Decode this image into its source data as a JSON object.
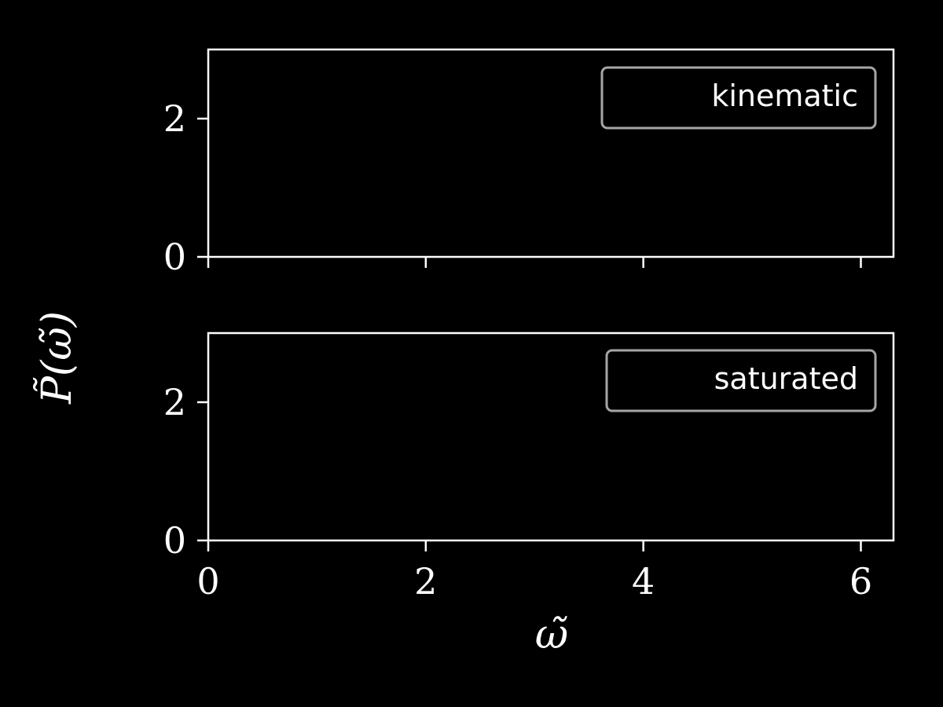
{
  "colors": {
    "background": "#000000",
    "foreground": "#ffffff",
    "legend_border": "#a6a6a6"
  },
  "chart_data": [
    {
      "type": "line",
      "xlabel": "",
      "ylabel": "P̃(ω̃)",
      "xlim": [
        0,
        6.3
      ],
      "ylim": [
        0,
        3
      ],
      "x_ticks": [
        0,
        2,
        4,
        6
      ],
      "x_tick_labels_visible": false,
      "y_ticks": [
        0,
        2
      ],
      "y_tick_labels": [
        "0",
        "2"
      ],
      "grid": false,
      "legend": {
        "position": "top-right",
        "entries": [
          "kinematic"
        ]
      },
      "series": [
        {
          "name": "kinematic",
          "x": [],
          "y": []
        }
      ]
    },
    {
      "type": "line",
      "xlabel": "ω̃",
      "ylabel": "P̃(ω̃)",
      "xlim": [
        0,
        6.3
      ],
      "ylim": [
        0,
        3
      ],
      "x_ticks": [
        0,
        2,
        4,
        6
      ],
      "x_tick_labels": [
        "0",
        "2",
        "4",
        "6"
      ],
      "y_ticks": [
        0,
        2
      ],
      "y_tick_labels": [
        "0",
        "2"
      ],
      "grid": false,
      "legend": {
        "position": "top-right",
        "entries": [
          "saturated"
        ]
      },
      "series": [
        {
          "name": "saturated",
          "x": [],
          "y": []
        }
      ]
    }
  ]
}
